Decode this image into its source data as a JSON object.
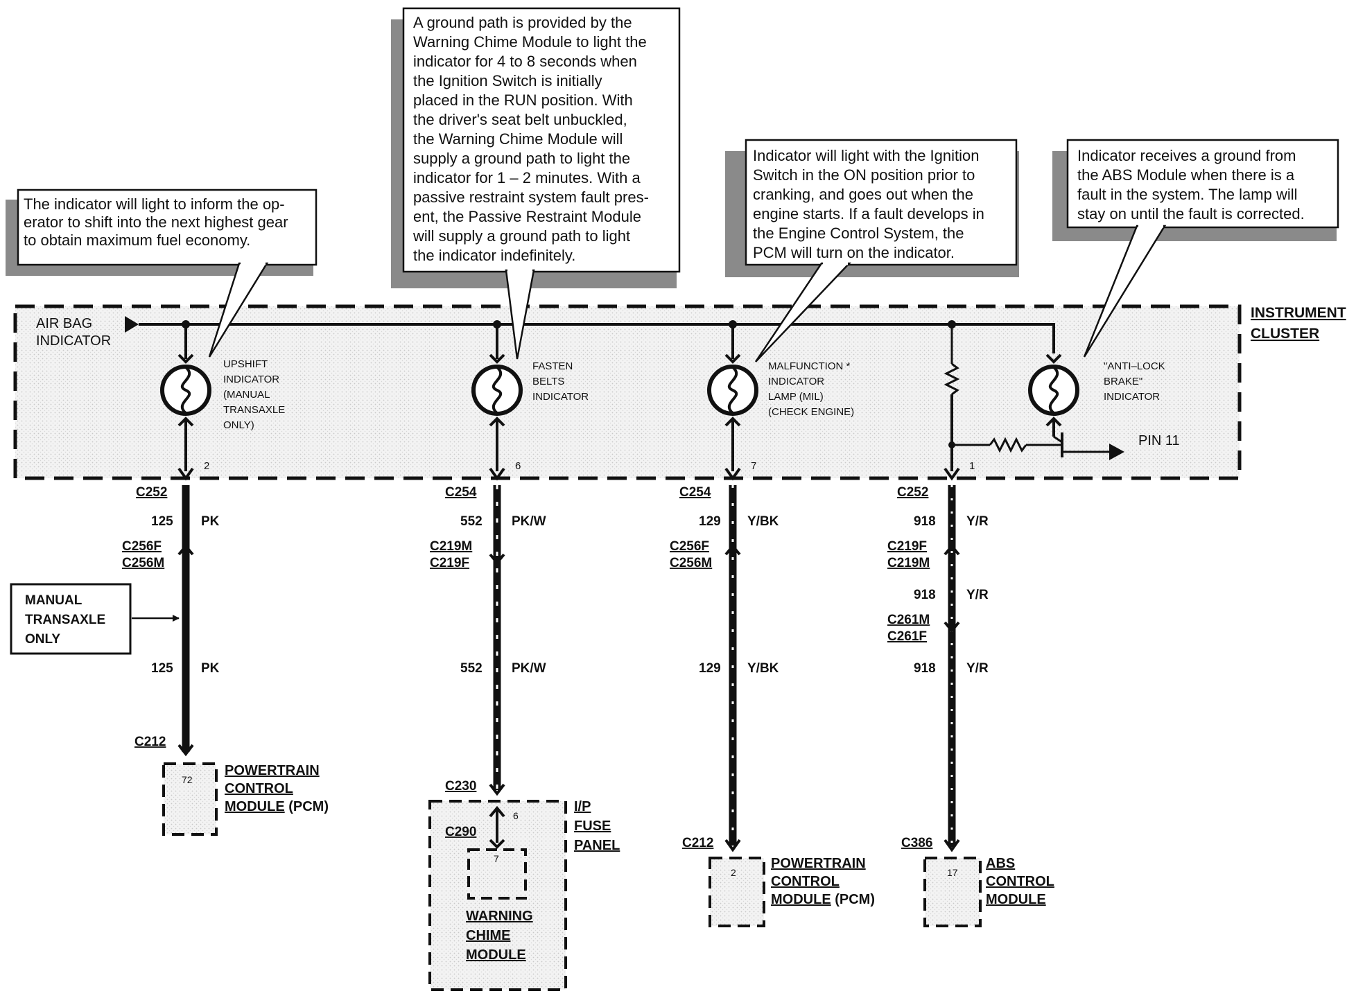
{
  "notes": {
    "upshift": [
      "The indicator will light to inform the op-",
      "erator to shift into the next highest gear",
      "to obtain maximum fuel economy."
    ],
    "chime": [
      "A ground path is provided by the",
      "Warning Chime Module to light the",
      "indicator for 4 to 8 seconds when",
      "the Ignition Switch is initially",
      "placed in the RUN position. With",
      "the driver's seat belt unbuckled,",
      "the Warning Chime Module will",
      "supply a ground path to light the",
      "indicator for 1 – 2 minutes. With a",
      "passive restraint system fault pres-",
      "ent, the Passive Restraint Module",
      "will supply a ground path to light",
      "the indicator indefinitely."
    ],
    "mil": [
      "Indicator will light with the Ignition",
      "Switch in the ON position prior to",
      "cranking, and goes out when the",
      "engine starts. If a fault develops in",
      "the Engine Control System, the",
      "PCM will turn on the indicator."
    ],
    "abs": [
      "Indicator receives a ground from",
      "the ABS Module when there is a",
      "fault in the system. The lamp will",
      "stay on until the fault is corrected."
    ]
  },
  "cluster": {
    "title_1": "INSTRUMENT",
    "title_2": "CLUSTER",
    "air_bag_1": "AIR BAG",
    "air_bag_2": "INDICATOR",
    "pin_label": "PIN 11"
  },
  "indicators": {
    "upshift": [
      "UPSHIFT",
      "INDICATOR",
      "(MANUAL",
      "TRANSAXLE",
      "ONLY)"
    ],
    "belts": [
      "FASTEN",
      "BELTS",
      "INDICATOR"
    ],
    "mil": [
      "MALFUNCTION *",
      "INDICATOR",
      "LAMP (MIL)",
      "(CHECK ENGINE)"
    ],
    "abs": [
      "\"ANTI–LOCK",
      "BRAKE\"",
      "INDICATOR"
    ]
  },
  "pins": {
    "p1": "2",
    "p2": "6",
    "p3": "7",
    "p4": "1",
    "pcm1": "72",
    "fuse_in": "6",
    "chime_in": "7",
    "pcm2": "2",
    "abs": "17"
  },
  "circuits": {
    "c1": {
      "top": "C252",
      "num": "125",
      "color": "PK",
      "mid_1": "C256F",
      "mid_2": "C256M",
      "num2": "125",
      "color2": "PK",
      "bottom": "C212"
    },
    "c2": {
      "top": "C254",
      "num": "552",
      "color": "PK/W",
      "mid_1": "C219M",
      "mid_2": "C219F",
      "num2": "552",
      "color2": "PK/W",
      "bottom": "C230",
      "bottom2": "C290"
    },
    "c3": {
      "top": "C254",
      "num": "129",
      "color": "Y/BK",
      "mid_1": "C256F",
      "mid_2": "C256M",
      "num2": "129",
      "color2": "Y/BK",
      "bottom": "C212"
    },
    "c4": {
      "top": "C252",
      "num": "918",
      "color": "Y/R",
      "mid_1": "C219F",
      "mid_2": "C219M",
      "num2": "918",
      "color2": "Y/R",
      "mid_3": "C261M",
      "mid_4": "C261F",
      "num3": "918",
      "color3": "Y/R",
      "bottom": "C386"
    }
  },
  "manual_box": [
    "MANUAL",
    "TRANSAXLE",
    "ONLY"
  ],
  "modules": {
    "pcm1": {
      "name_1": "POWERTRAIN",
      "name_2": "CONTROL",
      "name_3": "MODULE",
      "suffix": " (PCM)"
    },
    "fuse": {
      "name_1": "I/P",
      "name_2": "FUSE",
      "name_3": "PANEL"
    },
    "chime": {
      "name_1": "WARNING",
      "name_2": "CHIME",
      "name_3": "MODULE"
    },
    "pcm2": {
      "name_1": "POWERTRAIN",
      "name_2": "CONTROL",
      "name_3": "MODULE",
      "suffix": " (PCM)"
    },
    "abs": {
      "name_1": "ABS",
      "name_2": "CONTROL",
      "name_3": "MODULE"
    }
  }
}
